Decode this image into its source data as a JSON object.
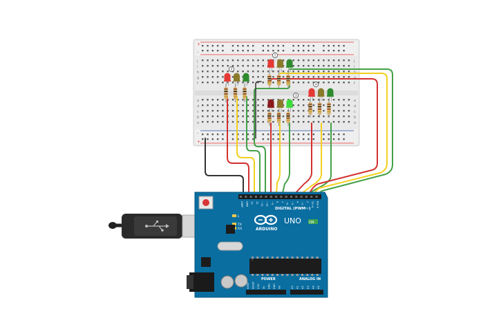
{
  "board": {
    "label_digital": "DIGITAL (PWM~)",
    "label_arduino": "ARDUINO",
    "label_uno": "UNO",
    "label_power": "POWER",
    "label_analog": "ANALOG IN",
    "label_l": "L",
    "label_tx": "TX",
    "label_rx": "RX",
    "label_on": "ON",
    "label_aref": "AREF",
    "label_gnd": "GND",
    "label_tx_pin": "TX→1",
    "label_rx_pin": "RX←0",
    "digital_pins": [
      "13",
      "12",
      "~11",
      "~10",
      "~9",
      "8",
      "7",
      "~6",
      "~5",
      "4",
      "~3",
      "2"
    ],
    "power_pins": [
      "IOREF",
      "RESET",
      "3.3V",
      "5V",
      "GND",
      "GND",
      "Vin"
    ],
    "analog_pins": [
      "A0",
      "A1",
      "A2",
      "A3",
      "A4",
      "A5"
    ]
  },
  "traffic_lights": [
    {
      "id": "1",
      "colors": [
        "#e53935",
        "#8a7a2a",
        "#2e8b2e"
      ]
    },
    {
      "id": "2",
      "colors": [
        "#e53935",
        "#8a7a2a",
        "#2e8b2e"
      ]
    },
    {
      "id": "3",
      "colors": [
        "#8b1a1a",
        "#8a7a2a",
        "#3ddc3d"
      ]
    },
    {
      "id": "4",
      "colors": [
        "#e53935",
        "#8a7a2a",
        "#2e8b2e"
      ]
    }
  ],
  "wire_colors": {
    "red": "#d32f2f",
    "yellow": "#f2d01e",
    "green": "#43a047",
    "black": "#333333"
  },
  "breadboard_row_letters_top": [
    "j",
    "i",
    "h",
    "g",
    "f"
  ],
  "breadboard_row_letters_bottom": [
    "e",
    "d",
    "c",
    "b",
    "a"
  ]
}
